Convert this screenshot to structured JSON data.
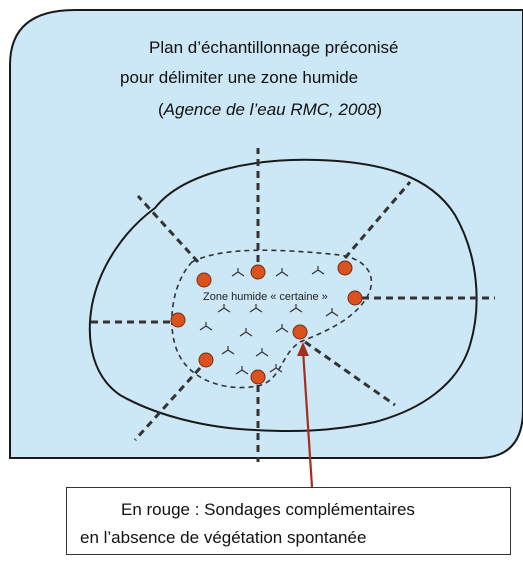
{
  "title": {
    "line1": "Plan d’échantillonnage préconisé",
    "line2": "pour délimiter une zone humide",
    "citation_open": "(",
    "citation_italic": "Agence de l’eau RMC, 2008",
    "citation_close": ")"
  },
  "diagram": {
    "zone_label": "Zone humide « certaine »",
    "background_color": "#cce7f6",
    "sample_color": "#d9521f",
    "arrow_color": "#a52f1f"
  },
  "caption": {
    "line1": "En rouge : Sondages complémentaires",
    "line2": "en l’absence de végétation spontanée"
  }
}
